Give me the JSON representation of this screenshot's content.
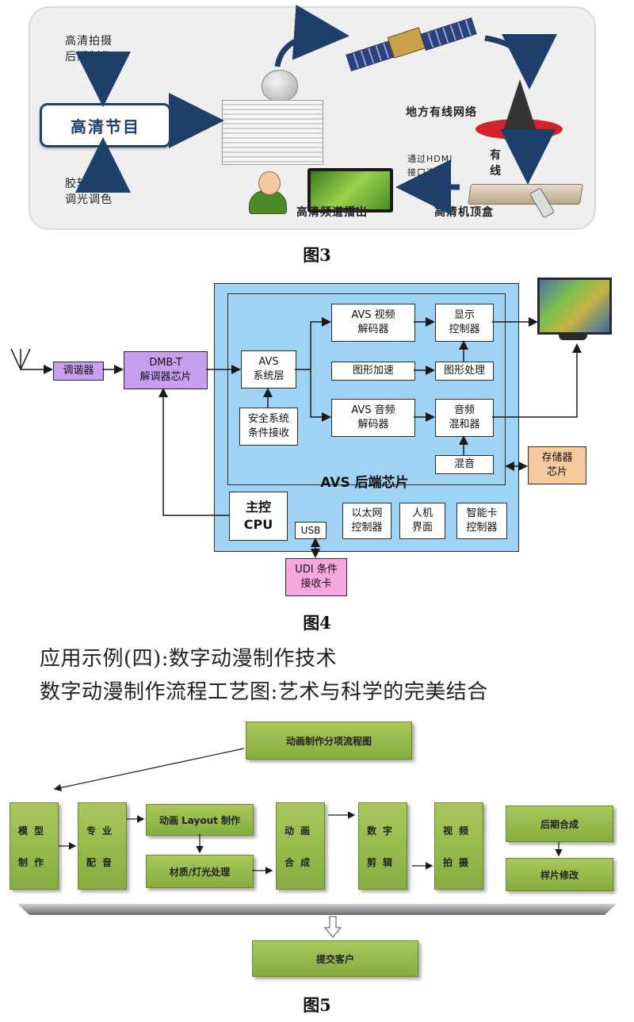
{
  "fig3": {
    "left_top_text": [
      "高清拍摄",
      "后期制作"
    ],
    "program_box": "高清节目",
    "left_bottom_text": [
      "胶转高清",
      "调光调色"
    ],
    "network_label": "地方有线网络",
    "wired_label": [
      "有",
      "线"
    ],
    "hdmi_label": [
      "通过HDMI",
      "接口连接"
    ],
    "tv_label": "高清频道播出",
    "stb_label": "高清机顶盒",
    "caption": "图3"
  },
  "fig4": {
    "tuner": "调谐器",
    "demod": "DMB-T\n解调器芯片",
    "avs_sys": "AVS\n系统层",
    "security": "安全系统\n条件接收",
    "video_dec": "AVS 视频\n解码器",
    "graphics_acc": "图形加速",
    "audio_dec": "AVS 音频\n解码器",
    "display_ctrl": "显示\n控制器",
    "graphics_proc": "图形处理",
    "audio_mix": "音频\n混和器",
    "mix": "混音",
    "chip_label": "AVS 后端芯片",
    "cpu": "主控\nCPU",
    "usb": "USB",
    "ethernet": "以太网\n控制器",
    "hmi": "人机\n界面",
    "smartcard": "智能卡\n控制器",
    "storage": "存储器\n芯片",
    "udi": "UDI 条件\n接收卡",
    "caption": "图4"
  },
  "text": {
    "line1": "应用示例(四):数字动漫制作技术",
    "line2": "数字动漫制作流程工艺图:艺术与科学的完美结合"
  },
  "fig5": {
    "top": "动画制作分项流程图",
    "model": [
      "模型",
      "制作"
    ],
    "dubbing": [
      "专业",
      "配音"
    ],
    "layout": "动画 Layout 制作",
    "material": "材质/灯光处理",
    "compose": [
      "动画",
      "合成"
    ],
    "edit": [
      "数字",
      "剪辑"
    ],
    "shoot": [
      "视频",
      "拍摄"
    ],
    "post": "后期合成",
    "sample": "样片修改",
    "submit": "提交客户",
    "caption": "图5"
  }
}
